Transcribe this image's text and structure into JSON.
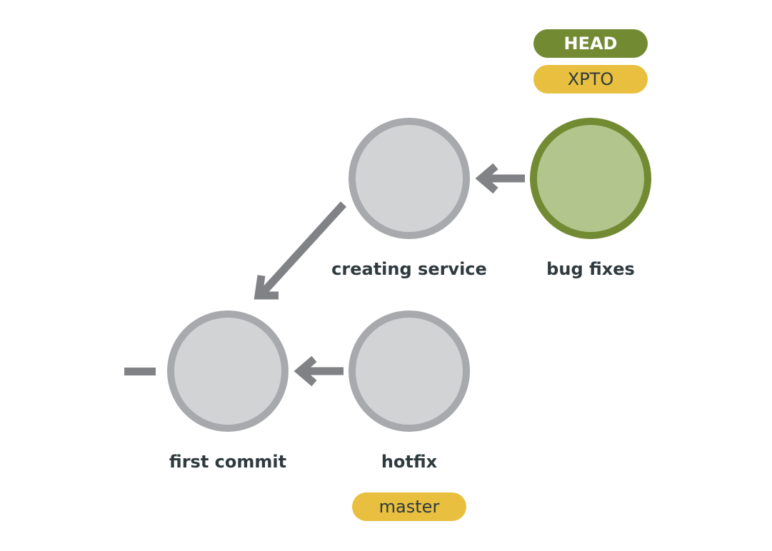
{
  "colors": {
    "commit_fill": "#d1d3d5",
    "commit_stroke": "#a7a9ac",
    "head_commit_fill": "#b2c58d",
    "head_commit_stroke": "#728b33",
    "arrow": "#808285",
    "head_badge": "#728b33",
    "branch_badge": "#e8bf3f",
    "label_text": "#2f3a3f",
    "head_text": "#ffffff",
    "branch_text": "#2f3a3f"
  },
  "commits": {
    "first_commit": {
      "label": "first commit"
    },
    "hotfix": {
      "label": "hotfix"
    },
    "creating_service": {
      "label": "creating service"
    },
    "bug_fixes": {
      "label": "bug fixes"
    }
  },
  "refs": {
    "head": {
      "label": "HEAD",
      "icon": "head-pointer"
    },
    "xpto": {
      "label": "XPTO",
      "icon": "branch-pointer"
    },
    "master": {
      "label": "master",
      "icon": "branch-pointer"
    }
  }
}
